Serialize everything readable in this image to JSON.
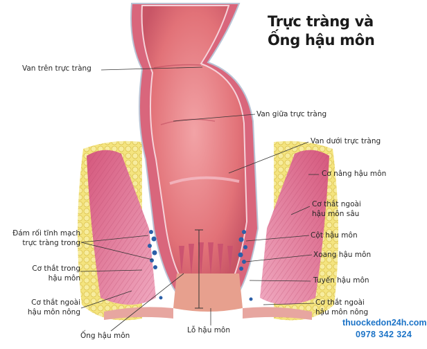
{
  "title": {
    "line1": "Trực tràng và",
    "line2": "Ống hậu môn"
  },
  "labels": {
    "upper_valve": "Van trên trực tràng",
    "middle_valve": "Van giữa trực tràng",
    "lower_valve": "Van dưới trực tràng",
    "levator_ani": "Cơ nâng hậu môn",
    "deep_external_sphincter_1": "Cơ thắt ngoài",
    "deep_external_sphincter_2": "hậu môn sâu",
    "anal_column": "Cột hậu môn",
    "anal_sinus": "Xoang hậu môn",
    "anal_gland": "Tuyến hậu môn",
    "superficial_external_right_1": "Cơ thắt ngoài",
    "superficial_external_right_2": "hậu môn nông",
    "internal_plexus_1": "Đám rối tĩnh mạch",
    "internal_plexus_2": "trực tràng trong",
    "internal_sphincter_1": "Cơ thắt trong",
    "internal_sphincter_2": "hậu môn",
    "superficial_external_left_1": "Cơ thắt ngoài",
    "superficial_external_left_2": "hậu môn nông",
    "anal_canal": "Ống hậu môn",
    "anal_orifice": "Lỗ hậu môn"
  },
  "watermark": {
    "site": "thuockedon24h.com",
    "phone": "0978 342 324"
  },
  "colors": {
    "lumen": "#e8797f",
    "wall": "#d9667c",
    "wall_light": "#f2b6c4",
    "muscle": "#e27f9c",
    "fat": "#f3e27a",
    "fat_dark": "#e0c64a",
    "vein": "#2b5fa8",
    "skin": "#e9a08e",
    "watermark": "#1b73c7"
  }
}
